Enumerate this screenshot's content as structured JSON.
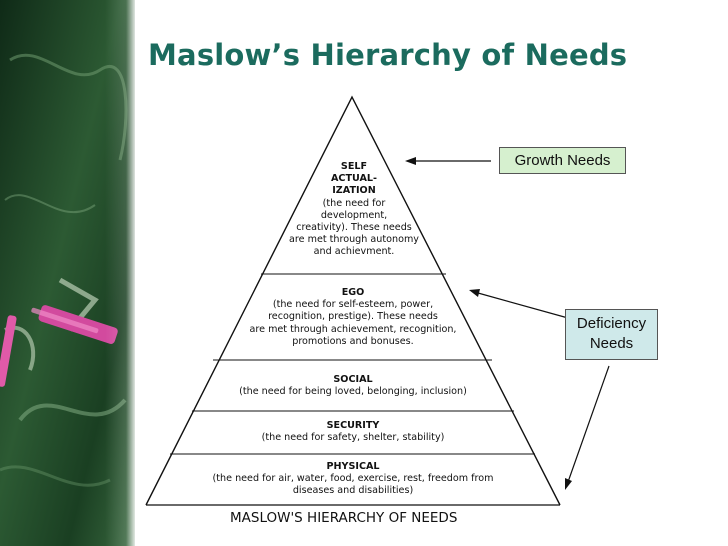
{
  "title": "Maslow’s Hierarchy of Needs",
  "levels": [
    {
      "heading": "SELF\nACTUAL-\nIZATION",
      "text": "(the need for\ndevelopment,\ncreativity). These needs\nare met through autonomy\nand achievment."
    },
    {
      "heading": "EGO",
      "text": "(the need for self-esteem, power,\nrecognition, prestige). These needs\nare met through achievement, recognition,\npromotions and bonuses."
    },
    {
      "heading": "SOCIAL",
      "text": "(the need for being loved, belonging, inclusion)"
    },
    {
      "heading": "SECURITY",
      "text": "(the need for safety, shelter, stability)"
    },
    {
      "heading": "PHYSICAL",
      "text": "(the need for air, water, food, exercise, rest, freedom from\ndiseases and disabilities)"
    }
  ],
  "callouts": {
    "growth": "Growth Needs",
    "deficiency": "Deficiency\nNeeds"
  },
  "caption": "MASLOW'S HIERARCHY OF NEEDS",
  "colors": {
    "title": "#1b6b5e",
    "growth_box": "#d6f0cf",
    "deficiency_box": "#cfe9ea",
    "chalkboard": "#1e4a2c"
  }
}
